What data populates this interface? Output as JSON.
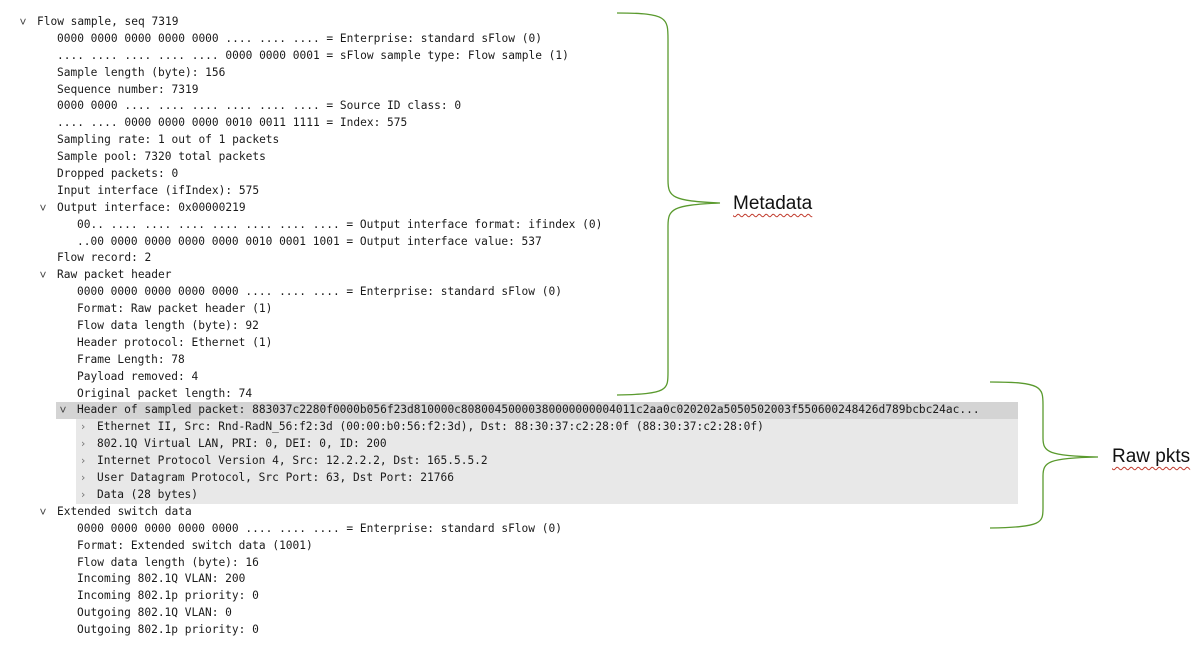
{
  "tree": [
    {
      "level": 0,
      "toggle": "open",
      "text": "Flow sample, seq 7319"
    },
    {
      "level": 1,
      "toggle": "none",
      "text": "0000 0000 0000 0000 0000 .... .... .... = Enterprise: standard sFlow (0)"
    },
    {
      "level": 1,
      "toggle": "none",
      "text": ".... .... .... .... .... 0000 0000 0001 = sFlow sample type: Flow sample (1)"
    },
    {
      "level": 1,
      "toggle": "none",
      "text": "Sample length (byte): 156"
    },
    {
      "level": 1,
      "toggle": "none",
      "text": "Sequence number: 7319"
    },
    {
      "level": 1,
      "toggle": "none",
      "text": "0000 0000 .... .... .... .... .... .... = Source ID class: 0"
    },
    {
      "level": 1,
      "toggle": "none",
      "text": ".... .... 0000 0000 0000 0010 0011 1111 = Index: 575"
    },
    {
      "level": 1,
      "toggle": "none",
      "text": "Sampling rate: 1 out of 1 packets"
    },
    {
      "level": 1,
      "toggle": "none",
      "text": "Sample pool: 7320 total packets"
    },
    {
      "level": 1,
      "toggle": "none",
      "text": "Dropped packets: 0"
    },
    {
      "level": 1,
      "toggle": "none",
      "text": "Input interface (ifIndex): 575"
    },
    {
      "level": 1,
      "toggle": "open",
      "text": "Output interface: 0x00000219"
    },
    {
      "level": 2,
      "toggle": "none",
      "text": "00.. .... .... .... .... .... .... .... = Output interface format: ifindex (0)"
    },
    {
      "level": 2,
      "toggle": "none",
      "text": "..00 0000 0000 0000 0000 0010 0001 1001 = Output interface value: 537"
    },
    {
      "level": 1,
      "toggle": "none",
      "text": "Flow record: 2"
    },
    {
      "level": 1,
      "toggle": "open",
      "text": "Raw packet header"
    },
    {
      "level": 2,
      "toggle": "none",
      "text": "0000 0000 0000 0000 0000 .... .... .... = Enterprise: standard sFlow (0)"
    },
    {
      "level": 2,
      "toggle": "none",
      "text": "Format: Raw packet header (1)"
    },
    {
      "level": 2,
      "toggle": "none",
      "text": "Flow data length (byte): 92"
    },
    {
      "level": 2,
      "toggle": "none",
      "text": "Header protocol: Ethernet (1)"
    },
    {
      "level": 2,
      "toggle": "none",
      "text": "Frame Length: 78"
    },
    {
      "level": 2,
      "toggle": "none",
      "text": "Payload removed: 4"
    },
    {
      "level": 2,
      "toggle": "none",
      "text": "Original packet length: 74"
    },
    {
      "level": 2,
      "toggle": "open",
      "text": "Header of sampled packet: 883037c2280f0000b056f23d810000c80800450000380000000004011c2aa0c020202a5050502003f550600248426d789bcbc24ac...",
      "bg": "selected"
    },
    {
      "level": 3,
      "toggle": "closed",
      "text": "Ethernet II, Src: Rnd-RadN_56:f2:3d (00:00:b0:56:f2:3d), Dst: 88:30:37:c2:28:0f (88:30:37:c2:28:0f)",
      "bg": "shaded"
    },
    {
      "level": 3,
      "toggle": "closed",
      "text": "802.1Q Virtual LAN, PRI: 0, DEI: 0, ID: 200",
      "bg": "shaded"
    },
    {
      "level": 3,
      "toggle": "closed",
      "text": "Internet Protocol Version 4, Src: 12.2.2.2, Dst: 165.5.5.2",
      "bg": "shaded"
    },
    {
      "level": 3,
      "toggle": "closed",
      "text": "User Datagram Protocol, Src Port: 63, Dst Port: 21766",
      "bg": "shaded"
    },
    {
      "level": 3,
      "toggle": "closed",
      "text": "Data (28 bytes)",
      "bg": "shaded"
    },
    {
      "level": 1,
      "toggle": "open",
      "text": "Extended switch data"
    },
    {
      "level": 2,
      "toggle": "none",
      "text": "0000 0000 0000 0000 0000 .... .... .... = Enterprise: standard sFlow (0)"
    },
    {
      "level": 2,
      "toggle": "none",
      "text": "Format: Extended switch data (1001)"
    },
    {
      "level": 2,
      "toggle": "none",
      "text": "Flow data length (byte): 16"
    },
    {
      "level": 2,
      "toggle": "none",
      "text": "Incoming 802.1Q VLAN: 200"
    },
    {
      "level": 2,
      "toggle": "none",
      "text": "Incoming 802.1p priority: 0"
    },
    {
      "level": 2,
      "toggle": "none",
      "text": "Outgoing 802.1Q VLAN: 0"
    },
    {
      "level": 2,
      "toggle": "none",
      "text": "Outgoing 802.1p priority: 0"
    }
  ],
  "annotations": {
    "metadata_label": "Metadata",
    "raw_label": "Raw pkts"
  },
  "colors": {
    "bracket": "#5a9a2e",
    "selected_row": "#d4d4d4",
    "shaded_row": "#e8e8e8"
  },
  "icons": {
    "open": "chevron-down-icon",
    "closed": "chevron-right-icon"
  }
}
